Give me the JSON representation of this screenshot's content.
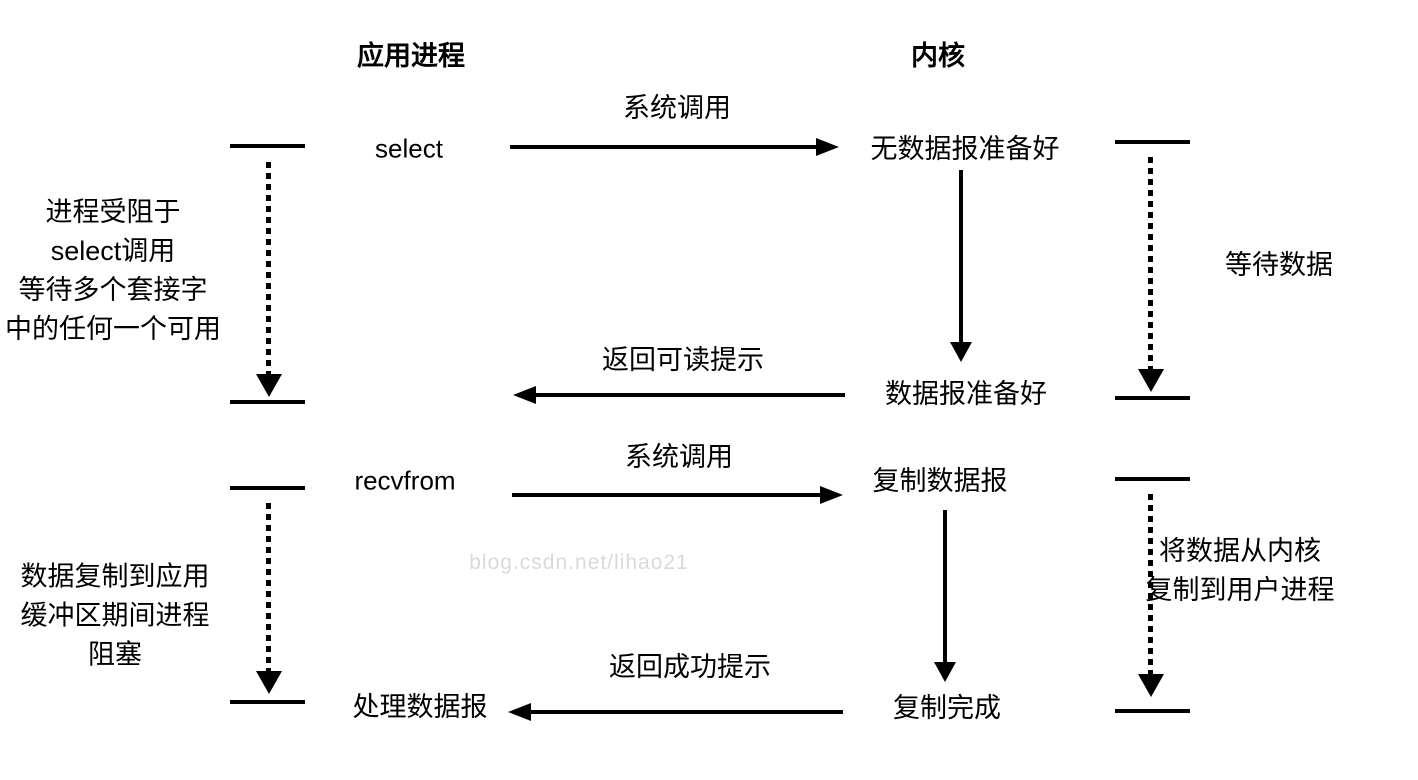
{
  "headers": {
    "app": "应用进程",
    "kernel": "内核"
  },
  "app_column": {
    "call_1": "select",
    "call_2": "recvfrom",
    "result": "处理数据报"
  },
  "kernel_column": {
    "state_1": "无数据报准备好",
    "state_2": "数据报准备好",
    "state_3": "复制数据报",
    "state_4": "复制完成"
  },
  "arrow_labels": {
    "syscall_1": "系统调用",
    "return_readable": "返回可读提示",
    "syscall_2": "系统调用",
    "return_success": "返回成功提示"
  },
  "annotations": {
    "blocked_select": [
      "进程受阻于",
      "select调用",
      "等待多个套接字",
      "中的任何一个可用"
    ],
    "blocked_copy": [
      "数据复制到应用",
      "缓冲区期间进程",
      "阻塞"
    ],
    "wait_data": "等待数据",
    "copy_kernel_user": [
      "将数据从内核",
      "复制到用户进程"
    ]
  },
  "watermark": "blog.csdn.net/lihao21",
  "colors": {
    "ink": "#000000",
    "background": "#ffffff",
    "watermark": "#d9d9d9"
  }
}
